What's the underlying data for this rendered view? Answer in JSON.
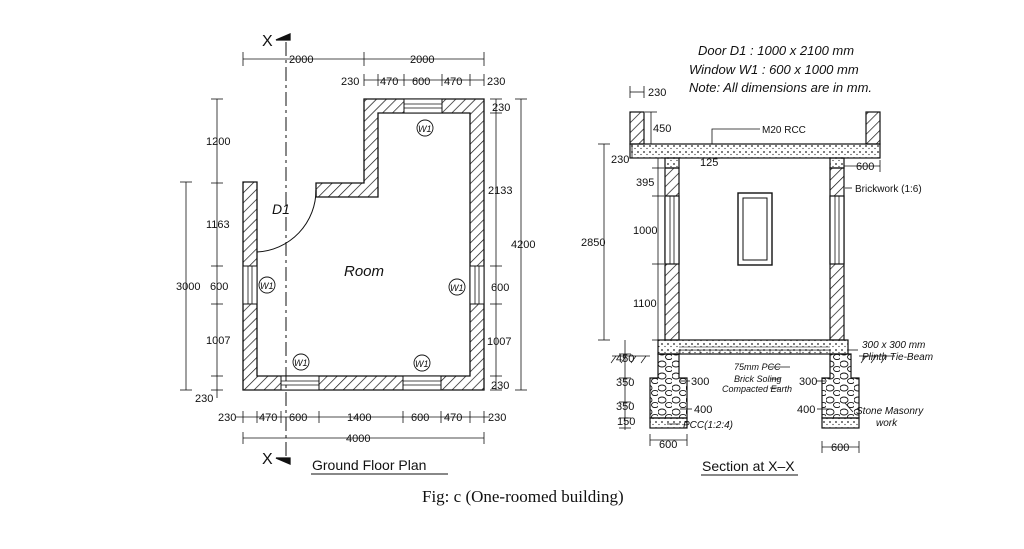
{
  "notes": {
    "door": "Door  D1 : 1000 x 2100 mm",
    "window": "Window W1 : 600 x 1000 mm",
    "all_dims": "Note: All dimensions are in mm."
  },
  "plan": {
    "caption": "Ground Floor Plan",
    "section_mark": "X",
    "room": "Room",
    "door": "D1",
    "window": "W1",
    "top_dims": [
      "2000",
      "2000"
    ],
    "top_sub_dims": [
      "230",
      "470",
      "600",
      "470",
      "230"
    ],
    "bottom_dims": [
      "230",
      "470",
      "600",
      "1400",
      "600",
      "470",
      "230"
    ],
    "bottom_total": "4000",
    "left_outer_dims": [
      "3000"
    ],
    "left_inner_dims": [
      "1200",
      "1163",
      "600",
      "1007",
      "230"
    ],
    "right_dims": [
      "230",
      "2133",
      "600",
      "1007",
      "230"
    ],
    "right_total": "4200"
  },
  "section": {
    "caption": "Section at X–X",
    "rcc": "M20 RCC",
    "brickwork": "Brickwork (1:6)",
    "plinth_beam": "300 x 300 mm",
    "plinth_beam2": "Plinth Tie-Beam",
    "pcc75": "75mm PCC",
    "soling": "Brick Soling",
    "earth": "Compacted Earth",
    "stone1": "Stone Masonry",
    "stone2": "work",
    "pcc": "PCC(1:2:4)",
    "dims": {
      "parapet_w": "230",
      "parapet_h": "450",
      "slab": "230",
      "bearing": "125",
      "overhang": "600",
      "lintel": "395",
      "window_h": "1000",
      "sill": "1100",
      "wall_h": "2850",
      "plinth": "450",
      "found1": "350",
      "found2": "350",
      "pcc_t": "150",
      "w300": "300",
      "w400": "400",
      "w600": "600"
    }
  },
  "figure_caption": "Fig: c (One-roomed building)"
}
